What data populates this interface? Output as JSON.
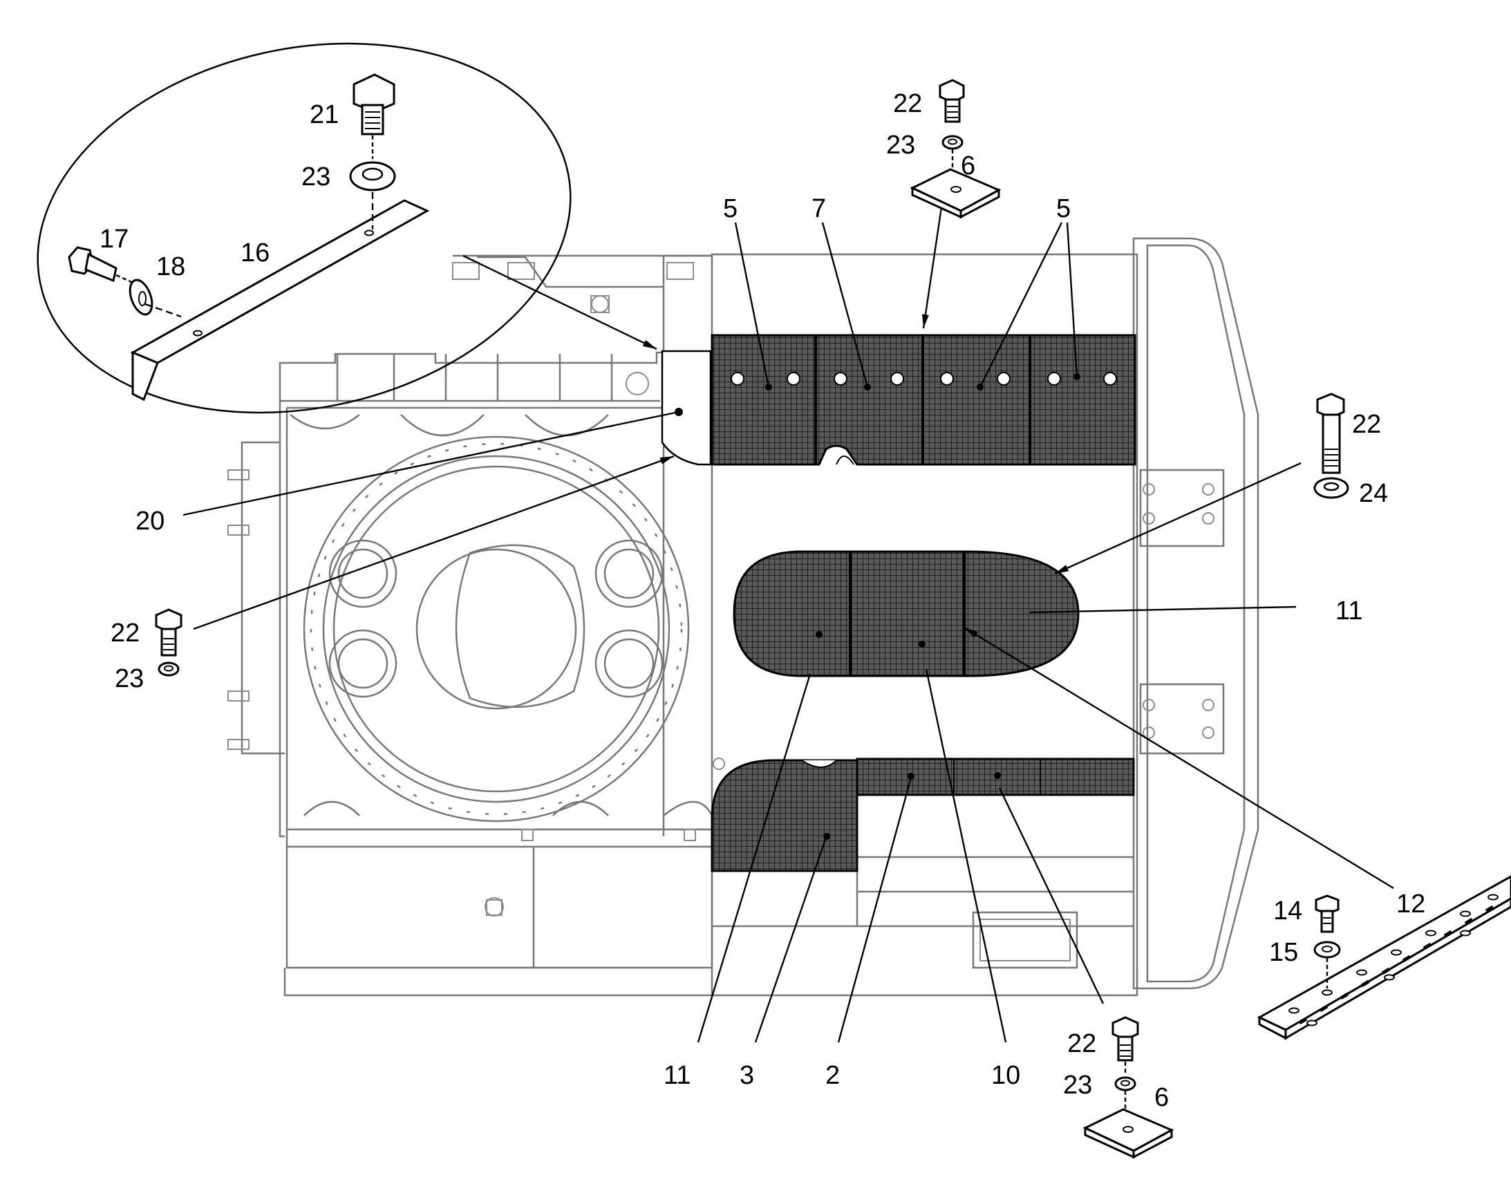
{
  "diagram": {
    "colors": {
      "line": "#000000",
      "frame": "#777777",
      "mesh": "#222222",
      "background": "#ffffff"
    },
    "labels": {
      "l21": "21",
      "l23_detail": "23",
      "l17": "17",
      "l18": "18",
      "l16": "16",
      "l22_top": "22",
      "l23_top": "23",
      "l6_top": "6",
      "l5_left": "5",
      "l7": "7",
      "l5_right": "5",
      "l22_right": "22",
      "l24": "24",
      "l20": "20",
      "l11_right": "11",
      "l22_left": "22",
      "l23_left": "23",
      "l12": "12",
      "l14": "14",
      "l15": "15",
      "l22_bottom": "22",
      "l23_bottom": "23",
      "l6_bottom": "6",
      "l11_bottom": "11",
      "l3": "3",
      "l2": "2",
      "l10": "10"
    },
    "icons": {
      "bolt": "hex-bolt-icon",
      "washer": "washer-icon",
      "plate": "square-plate-icon",
      "hinge": "piano-hinge-icon",
      "bracket": "angle-bracket-icon"
    }
  }
}
